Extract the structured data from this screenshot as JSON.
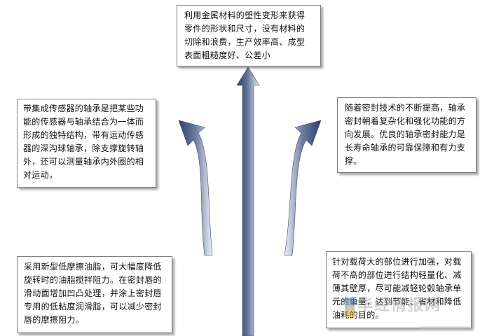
{
  "diagram": {
    "top_text": "利用金属材料的塑性变形来获得零件的形状和尺寸，没有材料的切除和浪费，生产效率高、成型表面粗糙度好、公差小",
    "left_upper_text": "带集成传感器的轴承是把某些功能的传感器与轴承结合为一体而形成的独特结构，带有运动传感器的深沟球轴承，除支撑旋转轴外，还可以测量轴承内外圈的相对运动，",
    "right_upper_text": "随着密封技术的不断提高，轴承密封朝着复杂化和强化功能的方向发展。优良的轴承密封能力是长寿命轴承的可靠保障和有力支撑。",
    "left_lower_text": "采用新型低摩擦油脂，可大幅度降低旋转时的油脂搅拌阻力。在密封唇的滑动面增加凹凸处理，并涂上密封唇专用的低粘度润滑脂，可以减少密封唇的摩擦阻力。",
    "right_lower_text": "针对载荷大的部位进行加强，对载荷不高的部位进行结构轻量化、减薄其壁厚，尽可能减轻轮毂轴承单元的重量，达到节能、省材和降低油耗的目的。"
  },
  "colors": {
    "arrow_dark": "#2f3f66",
    "arrow_mid": "#5d6f96",
    "arrow_light": "#e8ecf4",
    "box_border": "#7f7f7f"
  },
  "watermark": {
    "text": "华经情报网"
  }
}
